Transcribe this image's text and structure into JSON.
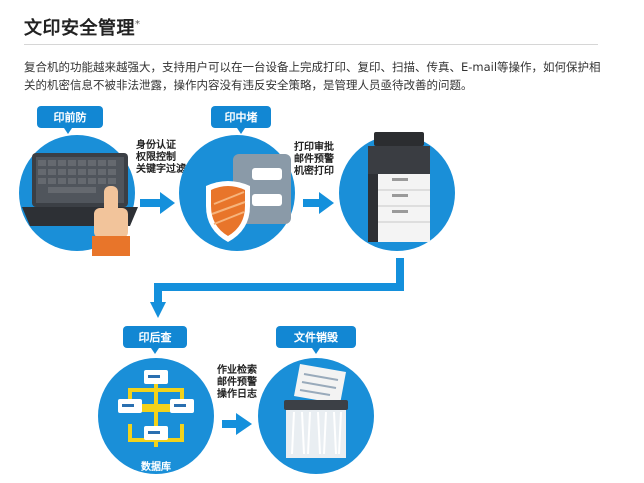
{
  "header": {
    "title": "文印安全管理",
    "title_mark": "*",
    "description": "复合机的功能越来越强大，支持用户可以在一台设备上完成打印、复印、扫描、传真、E-mail等操作，如何保护相关的机密信息不被非法泄露，操作内容没有违反安全策略，是管理人员亟待改善的问题。"
  },
  "stages": {
    "pre": {
      "tag": "印前防",
      "notes": [
        "身份认证",
        "权限控制",
        "关键字过滤"
      ]
    },
    "mid": {
      "tag": "印中堵",
      "notes": [
        "打印审批",
        "邮件预警",
        "机密打印"
      ]
    },
    "post": {
      "tag": "印后查",
      "notes": [
        "作业检索",
        "邮件预警",
        "操作日志"
      ],
      "caption": "数据库"
    },
    "destroy": {
      "tag": "文件销毁"
    }
  },
  "colors": {
    "primary_blue": "#1287d3",
    "circle_blue": "#1a8fd8",
    "arrow_blue": "#1490dc",
    "shield_orange": "#e8752a",
    "server_yellow": "#f2d21b"
  }
}
